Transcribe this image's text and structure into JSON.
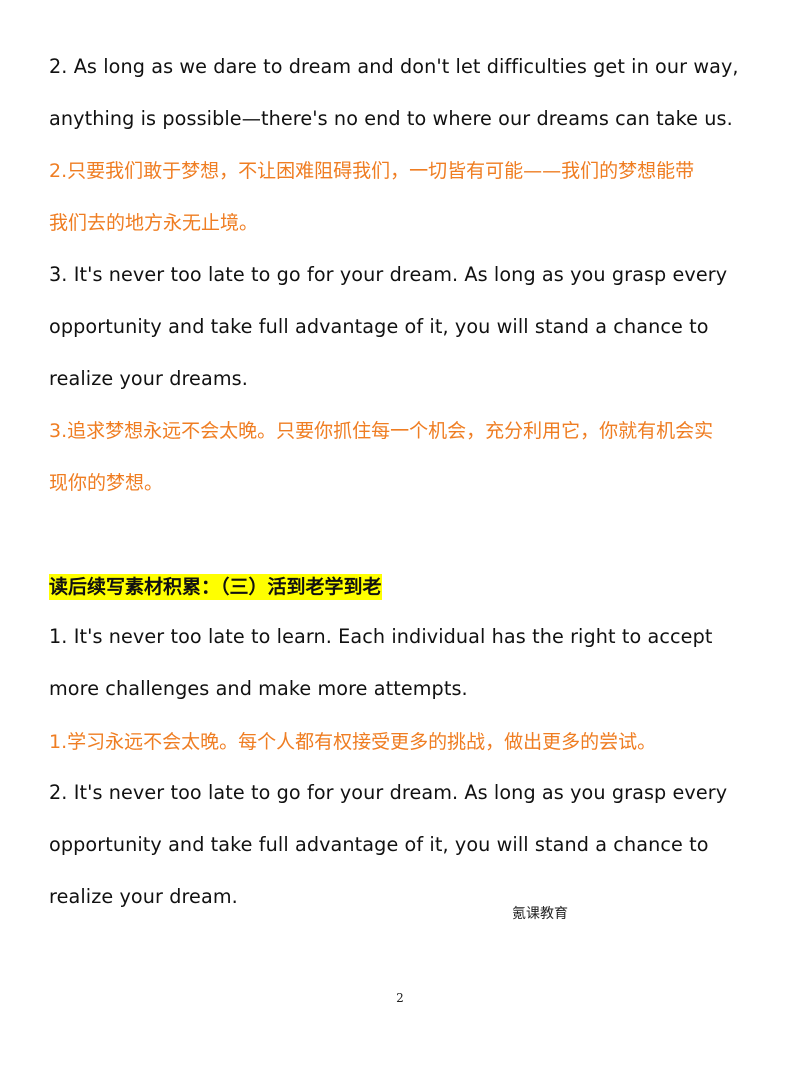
{
  "section1": {
    "lines": [
      "2. As long as we dare to dream and don't let difficulties get in our way,",
      "anything is possible—there's no end to where our dreams can take us.",
      "2.只要我们敢于梦想，不让困难阻碍我们，一切皆有可能——我们的梦想能带",
      "我们去的地方永无止境。",
      "3. It's never too late to go for your dream. As long as you grasp every",
      "opportunity and take full advantage of it, you will stand a chance to",
      "realize your dreams.",
      "3.追求梦想永远不会太晚。只要你抓住每一个机会，充分利用它，你就有机会实",
      "现你的梦想。"
    ]
  },
  "section2": {
    "heading": "读后续写素材积累：（三）活到老学到老",
    "lines": [
      "1. It's never too late to learn. Each individual has the right to accept",
      "more challenges and make more attempts.",
      "1.学习永远不会太晚。每个人都有权接受更多的挑战，做出更多的尝试。",
      "2. It's never too late to go for your dream. As long as you grasp every",
      "opportunity and take full advantage of it, you will stand a chance to",
      "realize your dream."
    ]
  },
  "watermark": "氪课教育",
  "page_number": "2"
}
